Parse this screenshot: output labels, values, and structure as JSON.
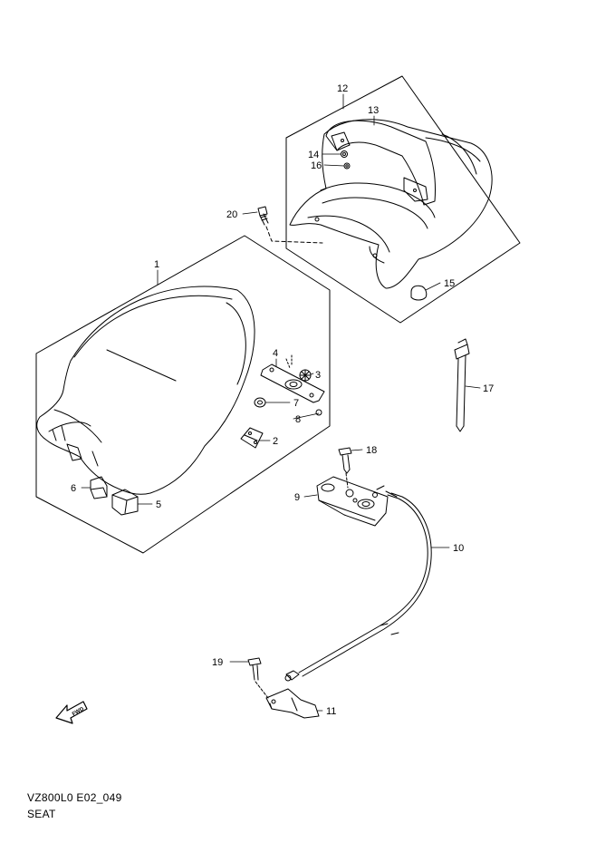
{
  "diagram_code": "VZ800L0 E02_049",
  "diagram_title": "SEAT",
  "direction_label": "FWD",
  "colors": {
    "line": "#000000",
    "background": "#ffffff"
  },
  "callouts": {
    "p1": "1",
    "p2": "2",
    "p3": "3",
    "p4": "4",
    "p5": "5",
    "p6": "6",
    "p7": "7",
    "p8": "8",
    "p9": "9",
    "p10": "10",
    "p11": "11",
    "p12": "12",
    "p13": "13",
    "p14": "14",
    "p15": "15",
    "p16": "16",
    "p17": "17",
    "p18": "18",
    "p19": "19",
    "p20": "20"
  }
}
